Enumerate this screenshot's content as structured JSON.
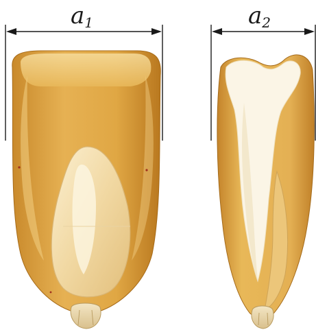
{
  "dimension_labels": {
    "left": {
      "symbol": "a",
      "subscript": "1"
    },
    "right": {
      "symbol": "a",
      "subscript": "2"
    }
  },
  "icons": {
    "left_kernel": "dent-corn-kernel-front-section-icon",
    "right_kernel": "dent-corn-kernel-side-section-icon",
    "dimension_arrows": "double-headed-arrow-icon"
  },
  "colors": {
    "kernel_amber": "#e2a845",
    "kernel_dark": "#b97a1e",
    "kernel_light": "#f4d48a",
    "starch_white": "#fbf5e6",
    "line": "#1a1a1a"
  }
}
